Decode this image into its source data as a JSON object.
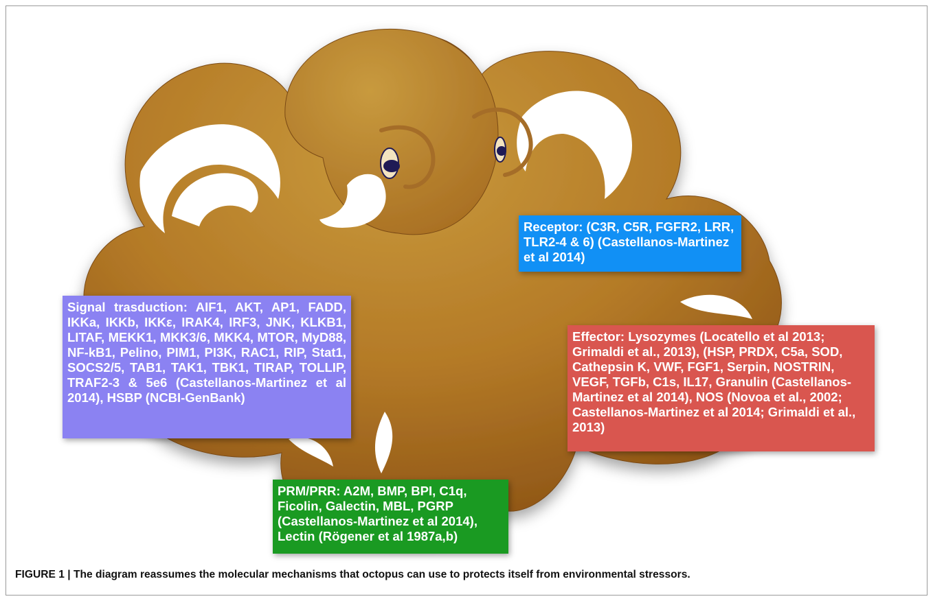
{
  "colors": {
    "octopus_light": "#C08E2E",
    "octopus_dark": "#8E5516",
    "eye": "#1f1a55",
    "receptor_bg": "#1190F5",
    "signal_bg": "#8B82F2",
    "effector_bg": "#D9564F",
    "prm_bg": "#1A9A22"
  },
  "labels": {
    "receptor": "Receptor: (C3R, C5R, FGFR2, LRR, TLR2-4 & 6) (Castellanos-Martinez et al 2014)",
    "signal": "Signal trasduction: AIF1, AKT, AP1, FADD, IKKa, IKKb, IKKε, IRAK4, IRF3, JNK, KLKB1, LITAF, MEKK1, MKK3/6, MKK4, MTOR, MyD88, NF-kB1, Pelino, PIM1, PI3K, RAC1, RIP, Stat1, SOCS2/5, TAB1, TAK1, TBK1, TIRAP, TOLLIP, TRAF2-3 & 5e6 (Castellanos-Martinez et al 2014), HSBP (NCBI-GenBank)",
    "effector": "Effector: Lysozymes (Locatello et al 2013; Grimaldi et al., 2013), (HSP, PRDX, C5a, SOD, Cathepsin K, VWF, FGF1, Serpin, NOSTRIN, VEGF, TGFb, C1s, IL17, Granulin (Castellanos-Martinez et al 2014), NOS (Novoa et al., 2002; Castellanos-Martinez et al 2014; Grimaldi et al., 2013)",
    "prm": "PRM/PRR: A2M, BMP, BPI, C1q, Ficolin, Galectin, MBL, PGRP (Castellanos-Martinez et al 2014), Lectin (Rögener et al 1987a,b)"
  },
  "caption": "FIGURE 1 | The diagram reassumes the molecular mechanisms that octopus can use to protects itself from environmental stressors."
}
